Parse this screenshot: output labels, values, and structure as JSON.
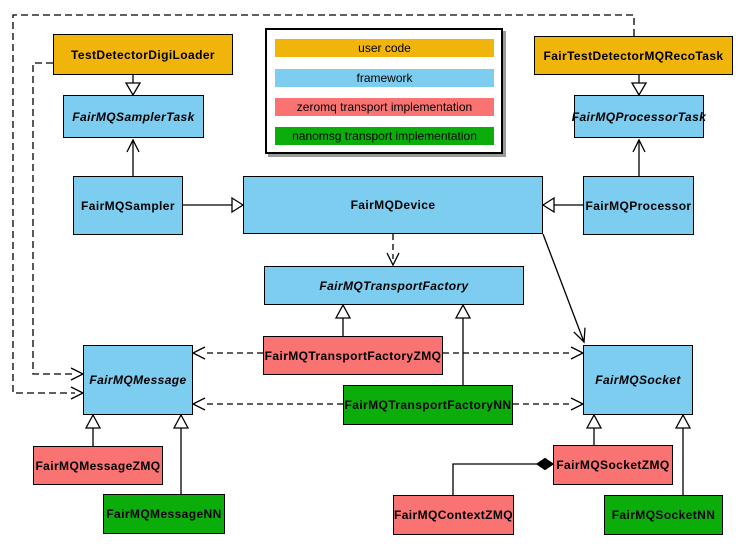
{
  "colors": {
    "user_code": "#F0B40A",
    "framework": "#7DCDF0",
    "zeromq": "#FA7373",
    "nanomsg": "#0BAD0B",
    "border": "#000000",
    "background": "#FFFFFF"
  },
  "legend": {
    "items": [
      {
        "label": "user code",
        "kind": "user_code"
      },
      {
        "label": "framework",
        "kind": "framework"
      },
      {
        "label": "zeromq transport implementation",
        "kind": "zeromq"
      },
      {
        "label": "nanomsg transport implementation",
        "kind": "nanomsg"
      }
    ]
  },
  "nodes": {
    "testDetectorDigiLoader": {
      "label": "TestDetectorDigiLoader",
      "kind": "user_code",
      "abstract": false
    },
    "fairMQSamplerTask": {
      "label": "FairMQSamplerTask",
      "kind": "framework",
      "abstract": true
    },
    "fairMQSampler": {
      "label": "FairMQSampler",
      "kind": "framework",
      "abstract": false
    },
    "fairTestDetectorMQRecoTask": {
      "label": "FairTestDetectorMQRecoTask",
      "kind": "user_code",
      "abstract": false
    },
    "fairMQProcessorTask": {
      "label": "FairMQProcessorTask",
      "kind": "framework",
      "abstract": true
    },
    "fairMQProcessor": {
      "label": "FairMQProcessor",
      "kind": "framework",
      "abstract": false
    },
    "fairMQDevice": {
      "label": "FairMQDevice",
      "kind": "framework",
      "abstract": false
    },
    "fairMQTransportFactory": {
      "label": "FairMQTransportFactory",
      "kind": "framework",
      "abstract": true
    },
    "fairMQTransportFactoryZMQ": {
      "label": "FairMQTransportFactoryZMQ",
      "kind": "zeromq",
      "abstract": false
    },
    "fairMQTransportFactoryNN": {
      "label": "FairMQTransportFactoryNN",
      "kind": "nanomsg",
      "abstract": false
    },
    "fairMQMessage": {
      "label": "FairMQMessage",
      "kind": "framework",
      "abstract": true
    },
    "fairMQMessageZMQ": {
      "label": "FairMQMessageZMQ",
      "kind": "zeromq",
      "abstract": false
    },
    "fairMQMessageNN": {
      "label": "FairMQMessageNN",
      "kind": "nanomsg",
      "abstract": false
    },
    "fairMQSocket": {
      "label": "FairMQSocket",
      "kind": "framework",
      "abstract": true
    },
    "fairMQSocketZMQ": {
      "label": "FairMQSocketZMQ",
      "kind": "zeromq",
      "abstract": false
    },
    "fairMQSocketNN": {
      "label": "FairMQSocketNN",
      "kind": "nanomsg",
      "abstract": false
    },
    "fairMQContextZMQ": {
      "label": "FairMQContextZMQ",
      "kind": "zeromq",
      "abstract": false
    }
  },
  "edges": [
    {
      "from": "TestDetectorDigiLoader",
      "to": "FairMQSamplerTask",
      "type": "inheritance"
    },
    {
      "from": "FairMQSampler",
      "to": "FairMQSamplerTask",
      "type": "association"
    },
    {
      "from": "FairMQSampler",
      "to": "FairMQDevice",
      "type": "inheritance"
    },
    {
      "from": "FairTestDetectorMQRecoTask",
      "to": "FairMQProcessorTask",
      "type": "inheritance"
    },
    {
      "from": "FairMQProcessor",
      "to": "FairMQProcessorTask",
      "type": "association"
    },
    {
      "from": "FairMQProcessor",
      "to": "FairMQDevice",
      "type": "inheritance"
    },
    {
      "from": "FairMQDevice",
      "to": "FairMQTransportFactory",
      "type": "dependency"
    },
    {
      "from": "FairMQDevice",
      "to": "FairMQSocket",
      "type": "association"
    },
    {
      "from": "TestDetectorDigiLoader",
      "to": "FairMQMessage",
      "type": "dependency"
    },
    {
      "from": "FairTestDetectorMQRecoTask",
      "to": "FairMQMessage",
      "type": "dependency"
    },
    {
      "from": "FairMQTransportFactoryZMQ",
      "to": "FairMQTransportFactory",
      "type": "inheritance"
    },
    {
      "from": "FairMQTransportFactoryNN",
      "to": "FairMQTransportFactory",
      "type": "inheritance"
    },
    {
      "from": "FairMQTransportFactoryZMQ",
      "to": "FairMQMessage",
      "type": "dependency"
    },
    {
      "from": "FairMQTransportFactoryZMQ",
      "to": "FairMQSocket",
      "type": "dependency"
    },
    {
      "from": "FairMQTransportFactoryNN",
      "to": "FairMQMessage",
      "type": "dependency"
    },
    {
      "from": "FairMQTransportFactoryNN",
      "to": "FairMQSocket",
      "type": "dependency"
    },
    {
      "from": "FairMQMessageZMQ",
      "to": "FairMQMessage",
      "type": "inheritance"
    },
    {
      "from": "FairMQMessageNN",
      "to": "FairMQMessage",
      "type": "inheritance"
    },
    {
      "from": "FairMQSocketZMQ",
      "to": "FairMQSocket",
      "type": "inheritance"
    },
    {
      "from": "FairMQSocketNN",
      "to": "FairMQSocket",
      "type": "inheritance"
    },
    {
      "from": "FairMQContextZMQ",
      "to": "FairMQSocketZMQ",
      "type": "composition"
    }
  ]
}
